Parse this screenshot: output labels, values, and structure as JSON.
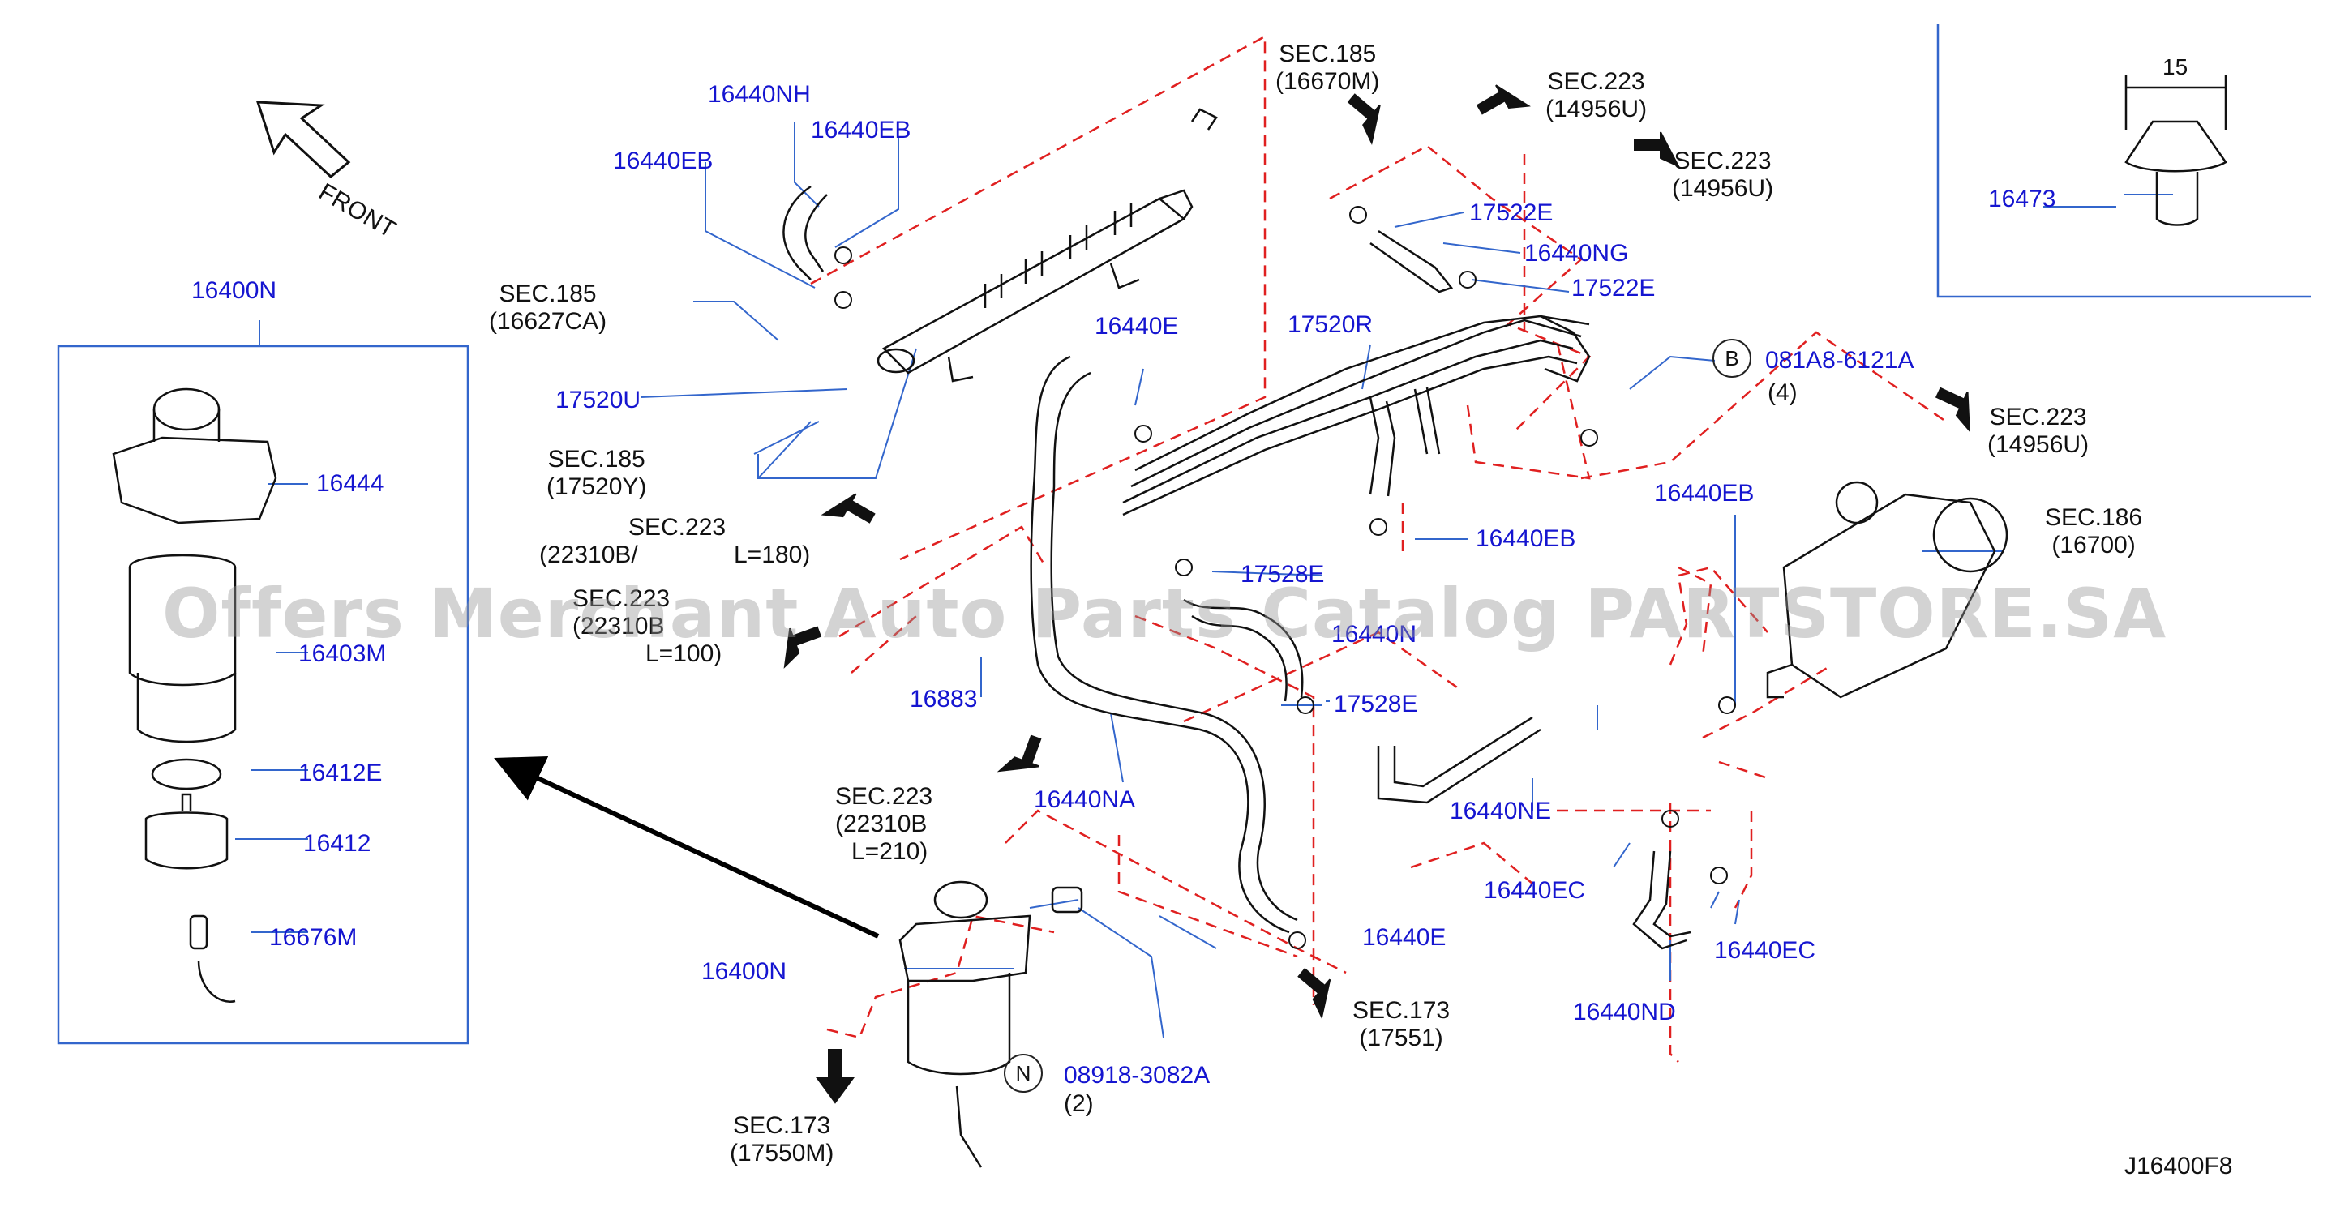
{
  "diagram": {
    "code": "J16400F8",
    "watermark": "Offers Merchant Auto Parts Catalog PARTSTORE.SA",
    "front_label": "FRONT",
    "dimension": "15",
    "colors": {
      "part_number": "#1515d0",
      "section_ref": "#111111",
      "guide_line": "#e02020",
      "frame": "#3366cc"
    },
    "parts": {
      "p16440NH": "16440NH",
      "p16440EB_a": "16440EB",
      "p16440EB_b": "16440EB",
      "p16440EB_c": "16440EB",
      "p16440EB_d": "16440EB",
      "p17520U": "17520U",
      "p16440E_a": "16440E",
      "p16440E_b": "16440E",
      "p17520R": "17520R",
      "p17522E_a": "17522E",
      "p17522E_b": "17522E",
      "p16440NG": "16440NG",
      "p081A8": "081A8-6121A",
      "p17528E_a": "17528E",
      "p17528E_b": "17528E",
      "p16440N": "16440N",
      "p16883": "16883",
      "p16440NA": "16440NA",
      "p16440NE": "16440NE",
      "p16440EC_a": "16440EC",
      "p16440EC_b": "16440EC",
      "p16440ND": "16440ND",
      "p16400N_a": "16400N",
      "p16400N_b": "16400N",
      "p16444": "16444",
      "p16403M": "16403M",
      "p16412E": "16412E",
      "p16412": "16412",
      "p16676M": "16676M",
      "p08918": "08918-3082A",
      "p16473": "16473"
    },
    "quantities": {
      "q4": "(4)",
      "q2": "(2)"
    },
    "callouts": {
      "B": "B",
      "N": "N"
    },
    "sections": {
      "s185_16670M": [
        "SEC.185",
        "(16670M)"
      ],
      "s223_14956U_a": [
        "SEC.223",
        "(14956U)"
      ],
      "s223_14956U_b": [
        "SEC.223",
        "(14956U)"
      ],
      "s223_14956U_c": [
        "SEC.223",
        "(14956U)"
      ],
      "s185_16627CA": [
        "SEC.185",
        "(16627CA)"
      ],
      "s185_17520Y": [
        "SEC.185",
        "(17520Y)"
      ],
      "s223_22310B_180": [
        "SEC.223",
        "(22310B/",
        "L=180)"
      ],
      "s223_22310B_100": [
        "SEC.223",
        "(22310B",
        "L=100)"
      ],
      "s223_22310B_210": [
        "SEC.223",
        "(22310B",
        "L=210)"
      ],
      "s186_16700": [
        "SEC.186",
        "(16700)"
      ],
      "s173_17551": [
        "SEC.173",
        "(17551)"
      ],
      "s173_17550M": [
        "SEC.173",
        "(17550M)"
      ]
    }
  }
}
